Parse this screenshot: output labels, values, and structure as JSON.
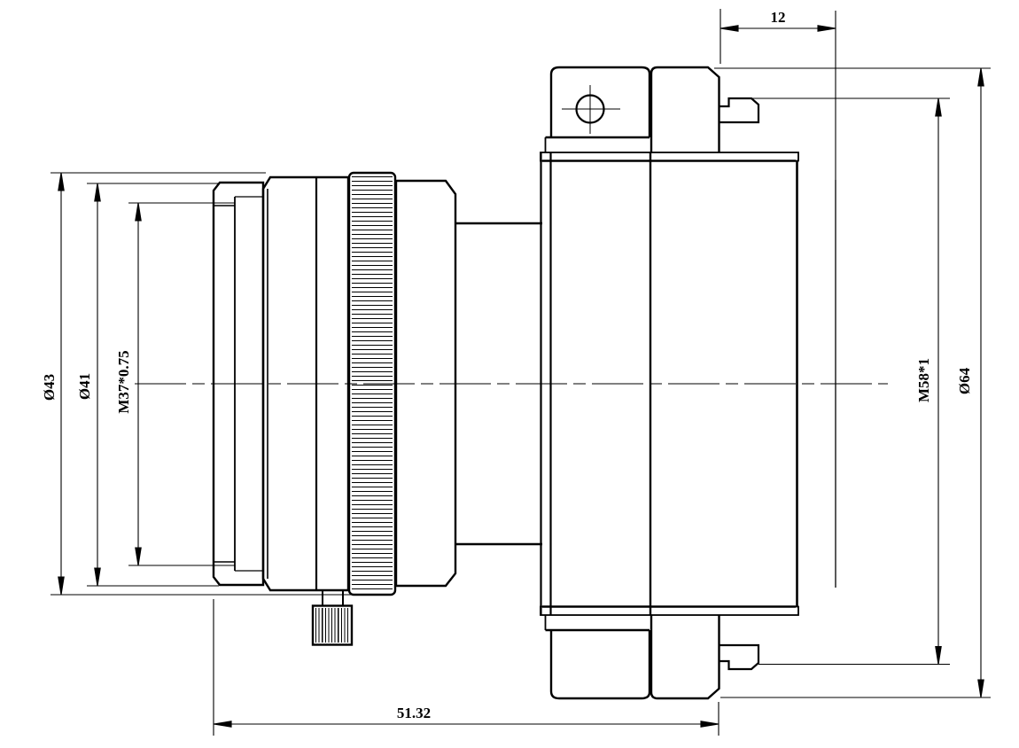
{
  "drawing": {
    "type": "mechanical-engineering-drawing",
    "subject": "lens-adapter-side-view",
    "colors": {
      "line": "#000000",
      "background": "#ffffff"
    },
    "labels": {
      "dia43": "Ø43",
      "dia41": "Ø41",
      "thread_front": "M37*0.75",
      "thread_rear": "M58*1",
      "dia64": "Ø64",
      "offset12": "12",
      "length": "51.32"
    }
  }
}
